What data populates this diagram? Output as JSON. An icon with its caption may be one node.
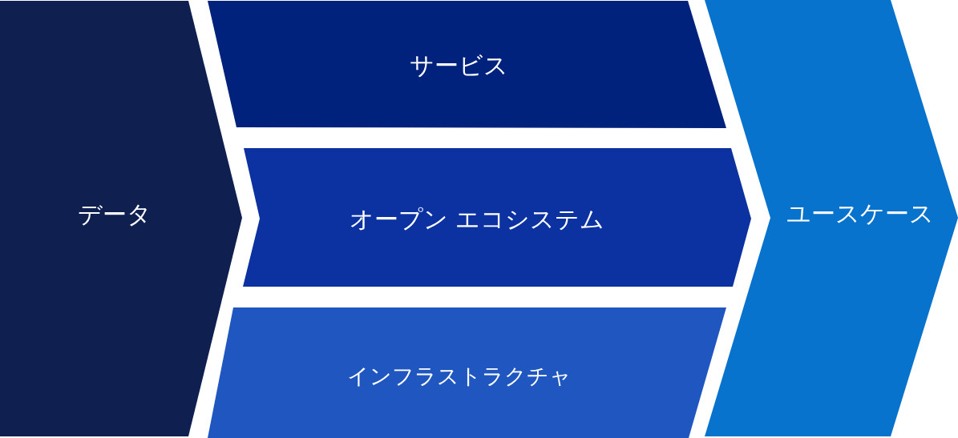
{
  "diagram": {
    "nodes": [
      {
        "text": [
          "データ"
        ]
      },
      {
        "text": [
          "サービス"
        ]
      },
      {
        "text": [
          "オープン エコシステム"
        ]
      },
      {
        "text": [
          "インフラストラクチャ"
        ]
      },
      {
        "text": [
          "ユースケース"
        ]
      }
    ]
  }
}
